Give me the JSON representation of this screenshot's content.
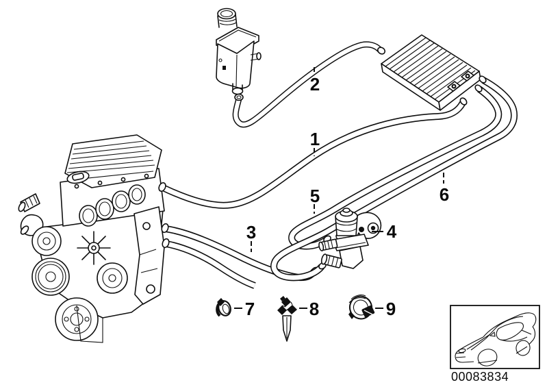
{
  "diagram": {
    "background_color": "#ffffff",
    "line_color": "#0f0f0f",
    "callouts": [
      {
        "number": "1"
      },
      {
        "number": "2"
      },
      {
        "number": "3"
      },
      {
        "number": "4"
      },
      {
        "number": "5"
      },
      {
        "number": "6"
      },
      {
        "number": "7"
      },
      {
        "number": "8"
      },
      {
        "number": "9"
      }
    ],
    "diagram_number": "00083834"
  }
}
